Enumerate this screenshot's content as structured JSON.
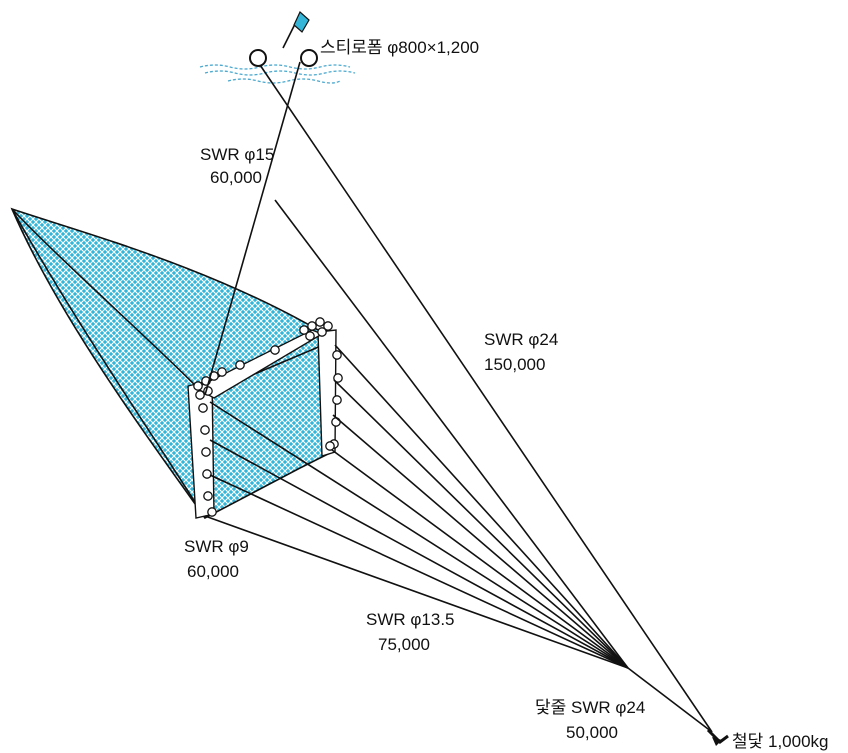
{
  "labels": {
    "buoy": "스티로폼 φ800×1,200",
    "rope_top_1": "SWR φ15",
    "rope_top_2": "60,000",
    "rope_main_1": "SWR φ24",
    "rope_main_2": "150,000",
    "rope_bottom_1": "SWR φ9",
    "rope_bottom_2": "60,000",
    "rope_mid_1": "SWR φ13.5",
    "rope_mid_2": "75,000",
    "anchor_rope_1": "닻줄 SWR φ24",
    "anchor_rope_2": "50,000",
    "anchor": "철닻 1,000kg"
  },
  "colors": {
    "net_fill": "#35b6d8",
    "net_mesh": "#ffffff",
    "lines": "#111111",
    "water": "#4aa9cf"
  },
  "icons": [
    "flag-icon",
    "buoy-icon",
    "anchor-icon"
  ]
}
